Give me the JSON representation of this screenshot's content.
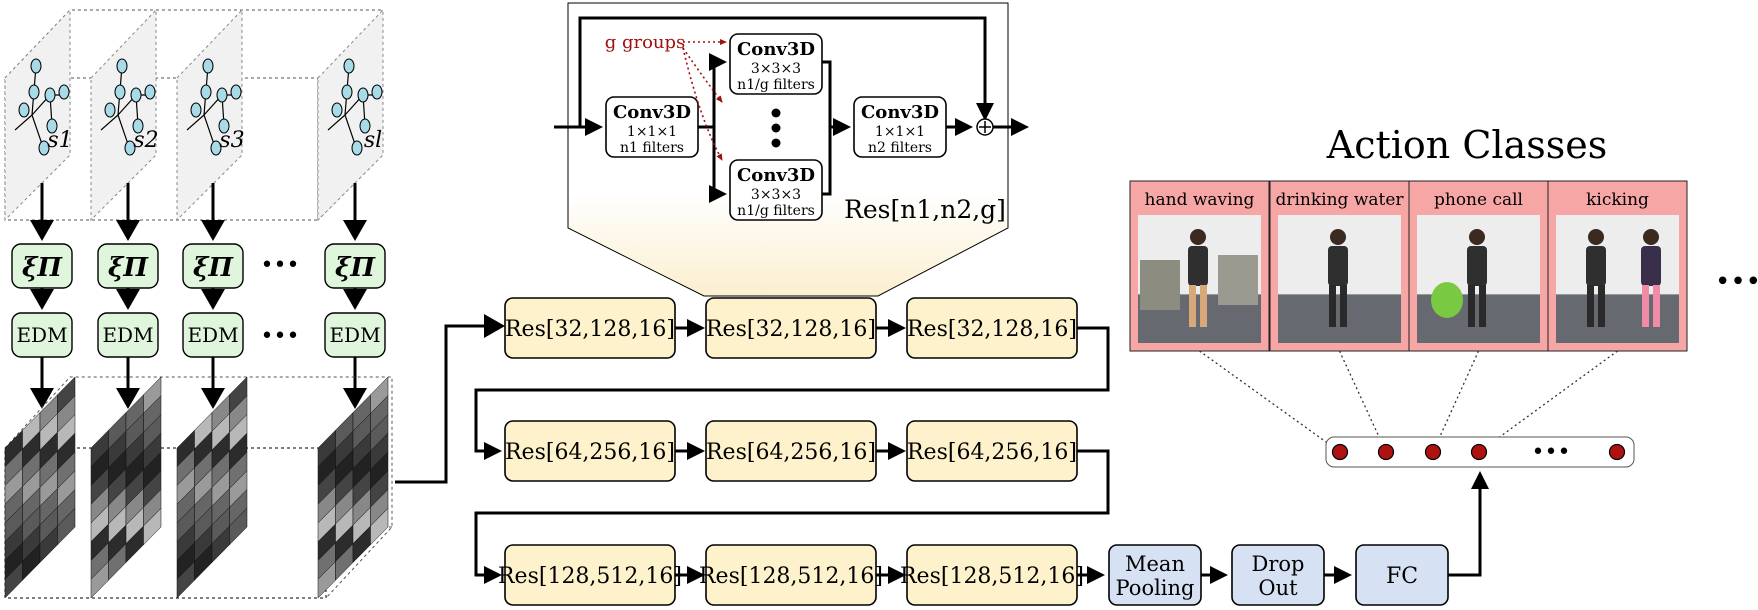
{
  "skeleton": {
    "frame_labels": [
      "s1",
      "s2",
      "s3",
      "sl"
    ],
    "xi_label": "ξΠ",
    "edm_label": "EDM",
    "ellipsis": "•••"
  },
  "block_detail": {
    "groups_label": "g groups",
    "conv_in": {
      "title": "Conv3D",
      "kernel": "1×1×1",
      "filters": "n1 filters"
    },
    "conv_group_top": {
      "title": "Conv3D",
      "kernel": "3×3×3",
      "filters": "n1/g filters"
    },
    "conv_group_bottom": {
      "title": "Conv3D",
      "kernel": "3×3×3",
      "filters": "n1/g filters"
    },
    "conv_out": {
      "title": "Conv3D",
      "kernel": "1×1×1",
      "filters": "n2 filters"
    },
    "res_signature": "Res[n1,n2,g]",
    "sum_symbol": "⊕"
  },
  "network": {
    "row1": [
      "Res[32,128,16]",
      "Res[32,128,16]",
      "Res[32,128,16]"
    ],
    "row2": [
      "Res[64,256,16]",
      "Res[64,256,16]",
      "Res[64,256,16]"
    ],
    "row3": [
      "Res[128,512,16]",
      "Res[128,512,16]",
      "Res[128,512,16]"
    ],
    "pooling": [
      "Mean",
      "Pooling"
    ],
    "dropout": [
      "Drop",
      "Out"
    ],
    "fc": "FC"
  },
  "actions": {
    "title": "Action Classes",
    "classes": [
      "hand waving",
      "drinking water",
      "phone call",
      "kicking"
    ],
    "more": "•••",
    "output_more": "•••",
    "colors": {
      "panel": "#f7a6a6",
      "node": "#b01212",
      "res_block": "#fdf2cc",
      "head_block": "#d6e2f3",
      "edm_block": "#dff5dc"
    }
  }
}
